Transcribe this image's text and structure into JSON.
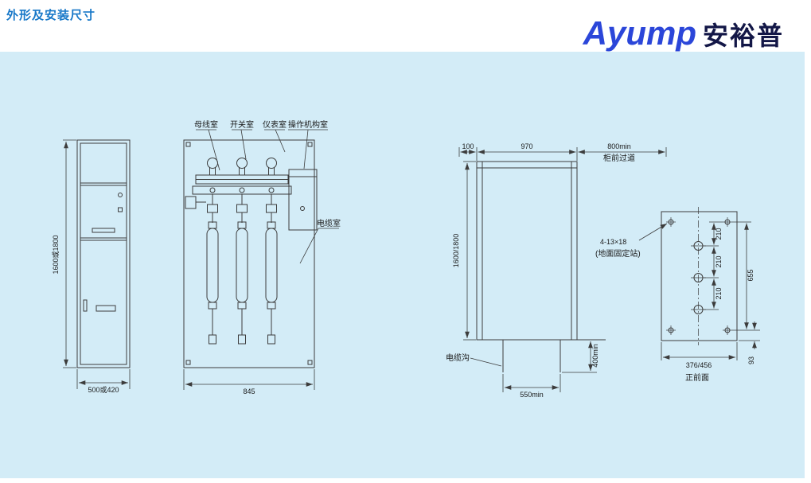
{
  "page": {
    "title": "外形及安装尺寸"
  },
  "logo": {
    "en": "Ayump",
    "cn": "安裕普"
  },
  "front": {
    "height": "1600或1800",
    "width": "500或420"
  },
  "section": {
    "rooms": [
      "母线室",
      "开关室",
      "仪表室",
      "操作机构室"
    ],
    "cable_room": "电缆室",
    "width": "845"
  },
  "side": {
    "d100": "100",
    "d970": "970",
    "d800": "800min",
    "aisle": "柜前过道",
    "height": "1600/1800",
    "trench": "电缆沟",
    "d550": "550min",
    "d400": "400min"
  },
  "plate": {
    "holes": "4-13×18",
    "holes_note": "(地面固定站)",
    "pitch": "210",
    "total": "655",
    "edge": "93",
    "width": "376/456",
    "caption": "正前面"
  },
  "colors": {
    "panel_bg": "#d3ecf7",
    "line": "#3c3c3c",
    "title_blue": "#1878c8",
    "logo_blue": "#2b46d9",
    "logo_dark": "#131747"
  }
}
